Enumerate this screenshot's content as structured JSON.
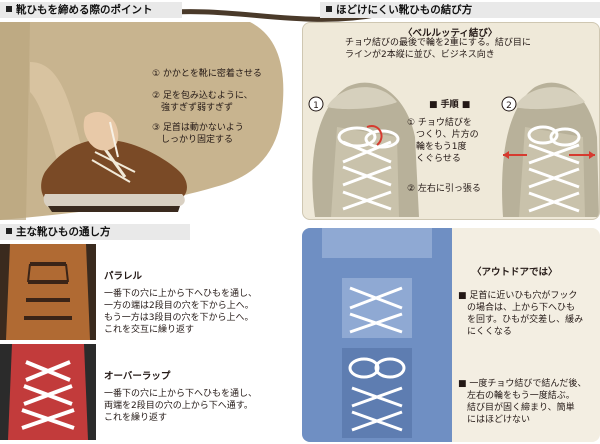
{
  "sections": {
    "tighten": {
      "title": "靴ひもを締める際のポイント",
      "points": [
        "① かかとを靴に密着させる",
        "② 足を包み込むように、\n　強すぎず弱すぎず",
        "③ 足首は動かないよう\n　しっかり固定する"
      ]
    },
    "knot": {
      "title": "ほどけにくい靴ひもの結び方",
      "subtitle": "〈ベルルッティ結び〉",
      "description": "チョウ結びの最後で輪を2重にする。結び目に\nラインが2本縦に並び、ビジネス向き",
      "step_no_1": "1",
      "step_no_2": "2",
      "procedure_heading": "■ 手順 ■",
      "steps": [
        "① チョウ結びを\n　つくり、片方の\n　輪をもう1度\n　くぐらせる",
        "② 左右に引っ張る"
      ]
    },
    "threading": {
      "title": "主な靴ひもの通し方",
      "methods": [
        {
          "name": "パラレル",
          "description": "一番下の穴に上から下へひもを通し、\n一方の端は2段目の穴を下から上へ。\nもう一方は3段目の穴を下から上へ。\nこれを交互に繰り返す"
        },
        {
          "name": "オーバーラップ",
          "description": "一番下の穴に上から下へひもを通し、\n両端を2段目の穴の上から下へ通す。\nこれを繰り返す"
        }
      ]
    },
    "outdoor": {
      "title": "〈アウトドアでは〉",
      "points": [
        "■ 足首に近いひも穴がフック\n　の場合は、上から下へひも\n　を回す。ひもが交差し、緩み\n　にくくなる",
        "■ 一度チョウ結びで結んだ後、\n　左右の輪をもう一度結ぶ。\n　結び目が固く締まり、簡単\n　にはほどけない"
      ]
    }
  },
  "colors": {
    "header_bg": "#e9e9e9",
    "tan_bg": "#c8b48f",
    "knot_bg": "#efe9d9",
    "shoe_khaki": "#b8b19a",
    "denim": "#6f8fc3",
    "arrow_red": "#d63a2f",
    "lace_white": "#ffffff"
  },
  "icons": [
    "lace-decoration-icon",
    "shoe-illustration",
    "arrow-left-icon",
    "arrow-right-icon"
  ]
}
